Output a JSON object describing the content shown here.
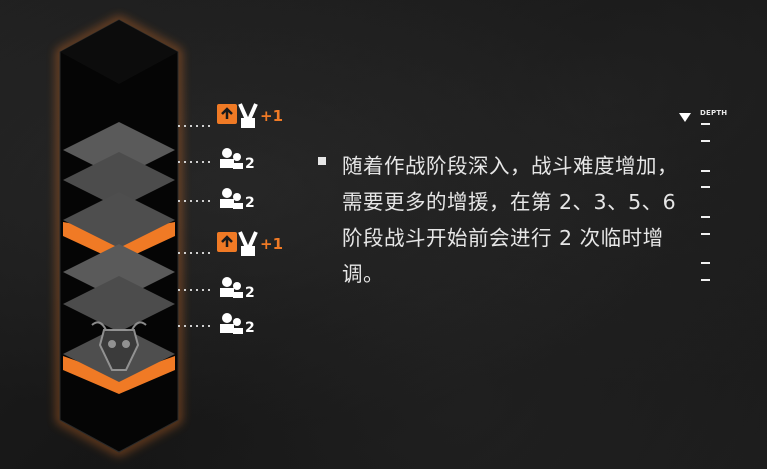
{
  "description": "随着作战阶段深入，战斗难度增加，需要更多的增援，在第 2、3、5、6 阶段战斗开始前会进行 2 次临时增调。",
  "depth_label": "DEPTH",
  "rewards": [
    {
      "icon": "recruit-upgrade-icon",
      "text": "+1"
    },
    {
      "icon": "reinforcement-icon",
      "text": "2"
    },
    {
      "icon": "reinforcement-icon",
      "text": "2"
    },
    {
      "icon": "recruit-upgrade-icon",
      "text": "+1"
    },
    {
      "icon": "reinforcement-icon",
      "text": "2"
    },
    {
      "icon": "reinforcement-icon",
      "text": "2"
    }
  ],
  "colors": {
    "accent": "#f07a25",
    "text": "#e6e6e6"
  }
}
